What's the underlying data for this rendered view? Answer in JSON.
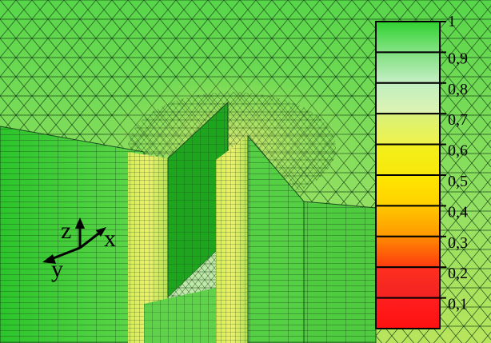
{
  "axes": {
    "z": "z",
    "x": "x",
    "y": "y"
  },
  "legend": {
    "ticks": [
      "1",
      "0,9",
      "0,8",
      "0,7",
      "0,6",
      "0,5",
      "0,4",
      "0,3",
      "0,2",
      "0,1"
    ],
    "bands": [
      {
        "top": "#2fd12f",
        "bottom": "#86e486"
      },
      {
        "top": "#7fe07f",
        "bottom": "#c6efc6"
      },
      {
        "top": "#bfefbf",
        "bottom": "#dff3b3"
      },
      {
        "top": "#d9f07a",
        "bottom": "#eef34a"
      },
      {
        "top": "#f3f01c",
        "bottom": "#f7e80a"
      },
      {
        "top": "#ffe800",
        "bottom": "#ffd000"
      },
      {
        "top": "#ffc800",
        "bottom": "#ff9800"
      },
      {
        "top": "#ff8c00",
        "bottom": "#ff3a10"
      },
      {
        "top": "#ff3020",
        "bottom": "#f22222"
      },
      {
        "top": "#ff1f1f",
        "bottom": "#ff1010"
      }
    ]
  },
  "colors": {
    "mesh_green": "#2fd12f",
    "mesh_light": "#86e070",
    "mesh_yellow": "#d9ea52",
    "mesh_dark": "#1b9f1b",
    "line": "#1c4a1c"
  }
}
